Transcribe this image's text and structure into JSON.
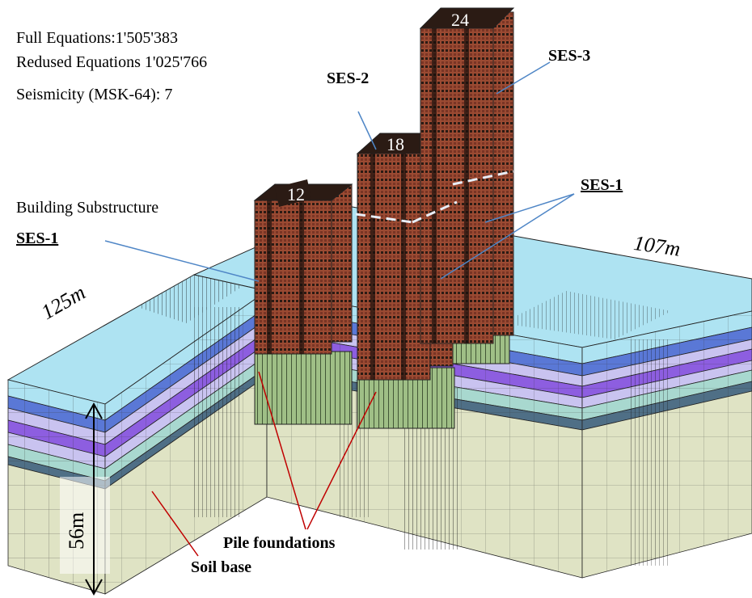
{
  "info": {
    "line1": "Full Equations:1'505'383",
    "line2": "Redused Equations 1'025'766",
    "line3": "Seismicity (MSK-64): 7"
  },
  "labels": {
    "ses2": "SES-2",
    "ses3": "SES-3",
    "ses1_right": "SES-1",
    "substructure": "Building Substructure",
    "ses1_left": "SES-1",
    "pile_foundations": "Pile foundations",
    "soil_base": "Soil base"
  },
  "dimensions": {
    "length_a": "125m",
    "length_b": "107m",
    "depth": "56m"
  },
  "towers": {
    "t1_floors": "12",
    "t2_floors": "18",
    "t3_floors": "24"
  },
  "colors": {
    "tower_facade": "#9b4a32",
    "tower_dark": "#2b1b14",
    "soil_top": "#aee3f2",
    "soil_blue": "#5a78d6",
    "soil_violet": "#8d5ee0",
    "soil_lilac": "#c9c3f0",
    "soil_teal": "#a8d8cf",
    "soil_slate": "#4f6f86",
    "soil_base": "#dfe3c4",
    "pile_green": "#9fbf86",
    "leader_line": "#4f86c6",
    "red_pointer": "#c00000"
  }
}
